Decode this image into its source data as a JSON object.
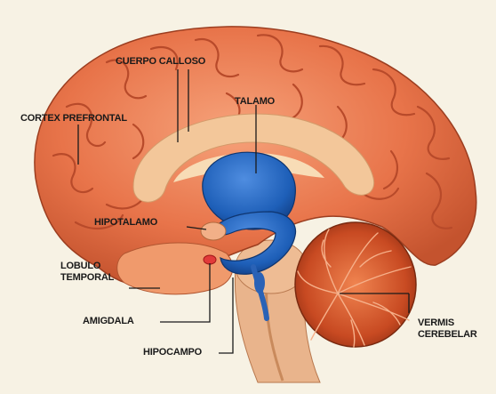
{
  "labels": {
    "cuerpo_calloso": "CUERPO CALLOSO",
    "talamo": "TALAMO",
    "cortex_prefrontal": "CORTEX PREFRONTAL",
    "hipotalamo": "HIPOTALAMO",
    "lobulo_temporal_1": "LOBULO",
    "lobulo_temporal_2": "TEMPORAL",
    "amigdala": "AMIGDALA",
    "hipocampo": "HIPOCAMPO",
    "vermis_cerebelar_1": "VERMIS",
    "vermis_cerebelar_2": "CEREBELAR"
  },
  "colors": {
    "background": "#f7f2e4",
    "cortex": "#e8744a",
    "cortex_dark": "#b84a2a",
    "corpus_callosum": "#f3c79a",
    "thalamus": "#1e5fb8",
    "cerebellum": "#c84a22",
    "amygdala": "#e23a3a",
    "brainstem": "#e9b48c",
    "text": "#1a1a1a"
  }
}
